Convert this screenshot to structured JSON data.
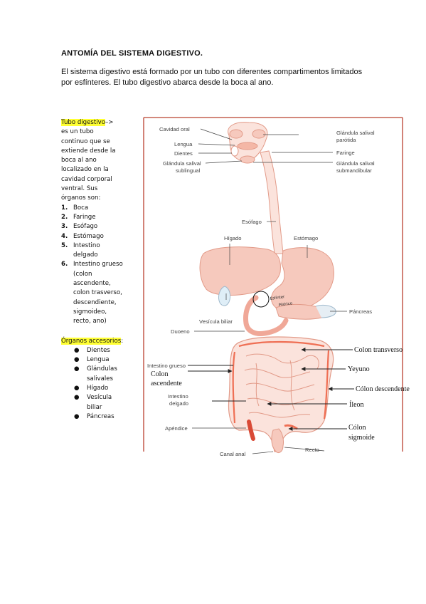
{
  "document": {
    "title": "ANTOMÍA DEL SISTEMA DIGESTIVO.",
    "intro_line1": "El sistema digestivo está formado por un tubo con diferentes compartimentos limitados",
    "intro_line2": "por esfínteres. El tubo digestivo abarca desde la boca al ano."
  },
  "sidebar": {
    "tube_heading": "Tubo digestivo",
    "tube_arrow": "–>",
    "tube_desc": [
      "es un tubo",
      "continuo que se",
      "extiende desde la",
      "boca al ano",
      "localizado en la",
      "cavidad corporal",
      "ventral. Sus",
      "órganos son:"
    ],
    "organs": [
      {
        "num": "1.",
        "lines": [
          "Boca"
        ]
      },
      {
        "num": "2.",
        "lines": [
          "Faringe"
        ]
      },
      {
        "num": "3.",
        "lines": [
          "Esófago"
        ]
      },
      {
        "num": "4.",
        "lines": [
          "Estómago"
        ]
      },
      {
        "num": "5.",
        "lines": [
          "Intestino",
          "delgado"
        ]
      },
      {
        "num": "6.",
        "lines": [
          "Intestino grueso",
          "(colon",
          "ascendente,",
          "colon trasverso,",
          "descendiente,",
          "sigmoideo,",
          "recto, ano)"
        ]
      }
    ],
    "accessory_heading": "Órganos accesorios",
    "accessory_colon": ":",
    "accessory": [
      {
        "lines": [
          "Dientes"
        ]
      },
      {
        "lines": [
          "Lengua"
        ]
      },
      {
        "lines": [
          "Glándulas",
          "salivales"
        ]
      },
      {
        "lines": [
          "Hígado"
        ]
      },
      {
        "lines": [
          "Vesícula",
          "biliar"
        ]
      },
      {
        "lines": [
          "Páncreas"
        ]
      }
    ]
  },
  "diagram": {
    "labels": {
      "cavidad_oral": "Cavidad oral",
      "lengua": "Lengua",
      "dientes": "Dientes",
      "glandula_sublingual_1": "Glándula salival",
      "glandula_sublingual_2": "sublingual",
      "glandula_parotida_1": "Glándula salival",
      "glandula_parotida_2": "parótida",
      "faringe": "Faringe",
      "glandula_submandibular_1": "Glándula salival",
      "glandula_submandibular_2": "submandibular",
      "esofago": "Esófago",
      "higado": "Hígado",
      "estomago": "Estómago",
      "handwritten_1": "Esfínter",
      "handwritten_2": "Pilórico",
      "pancreas": "Páncreas",
      "vesicula_biliar": "Vesícula biliar",
      "duodeno": "Duoeno",
      "colon_transverso": "Colon transverso",
      "intestino_grueso": "Intestino grueso",
      "colon_ascendente_1": "Colon",
      "colon_ascendente_2": "ascendente",
      "yeyuno": "Yeyuno",
      "colon_descendente": "Cólon descendente",
      "intestino_delgado_1": "Intestino",
      "intestino_delgado_2": "delgado",
      "ileon": "Íleon",
      "apendice": "Apéndice",
      "colon_sigmoide_1": "Cólon",
      "colon_sigmoide_2": "sigmoide",
      "recto": "Recto",
      "canal_anal": "Canal anal"
    },
    "colors": {
      "organ_fill": "#f6c9bd",
      "organ_fill_light": "#fbe3dc",
      "organ_stroke": "#e29a88",
      "frame": "#b9402f",
      "leader": "#444444",
      "highlight": "#ffff33"
    }
  }
}
